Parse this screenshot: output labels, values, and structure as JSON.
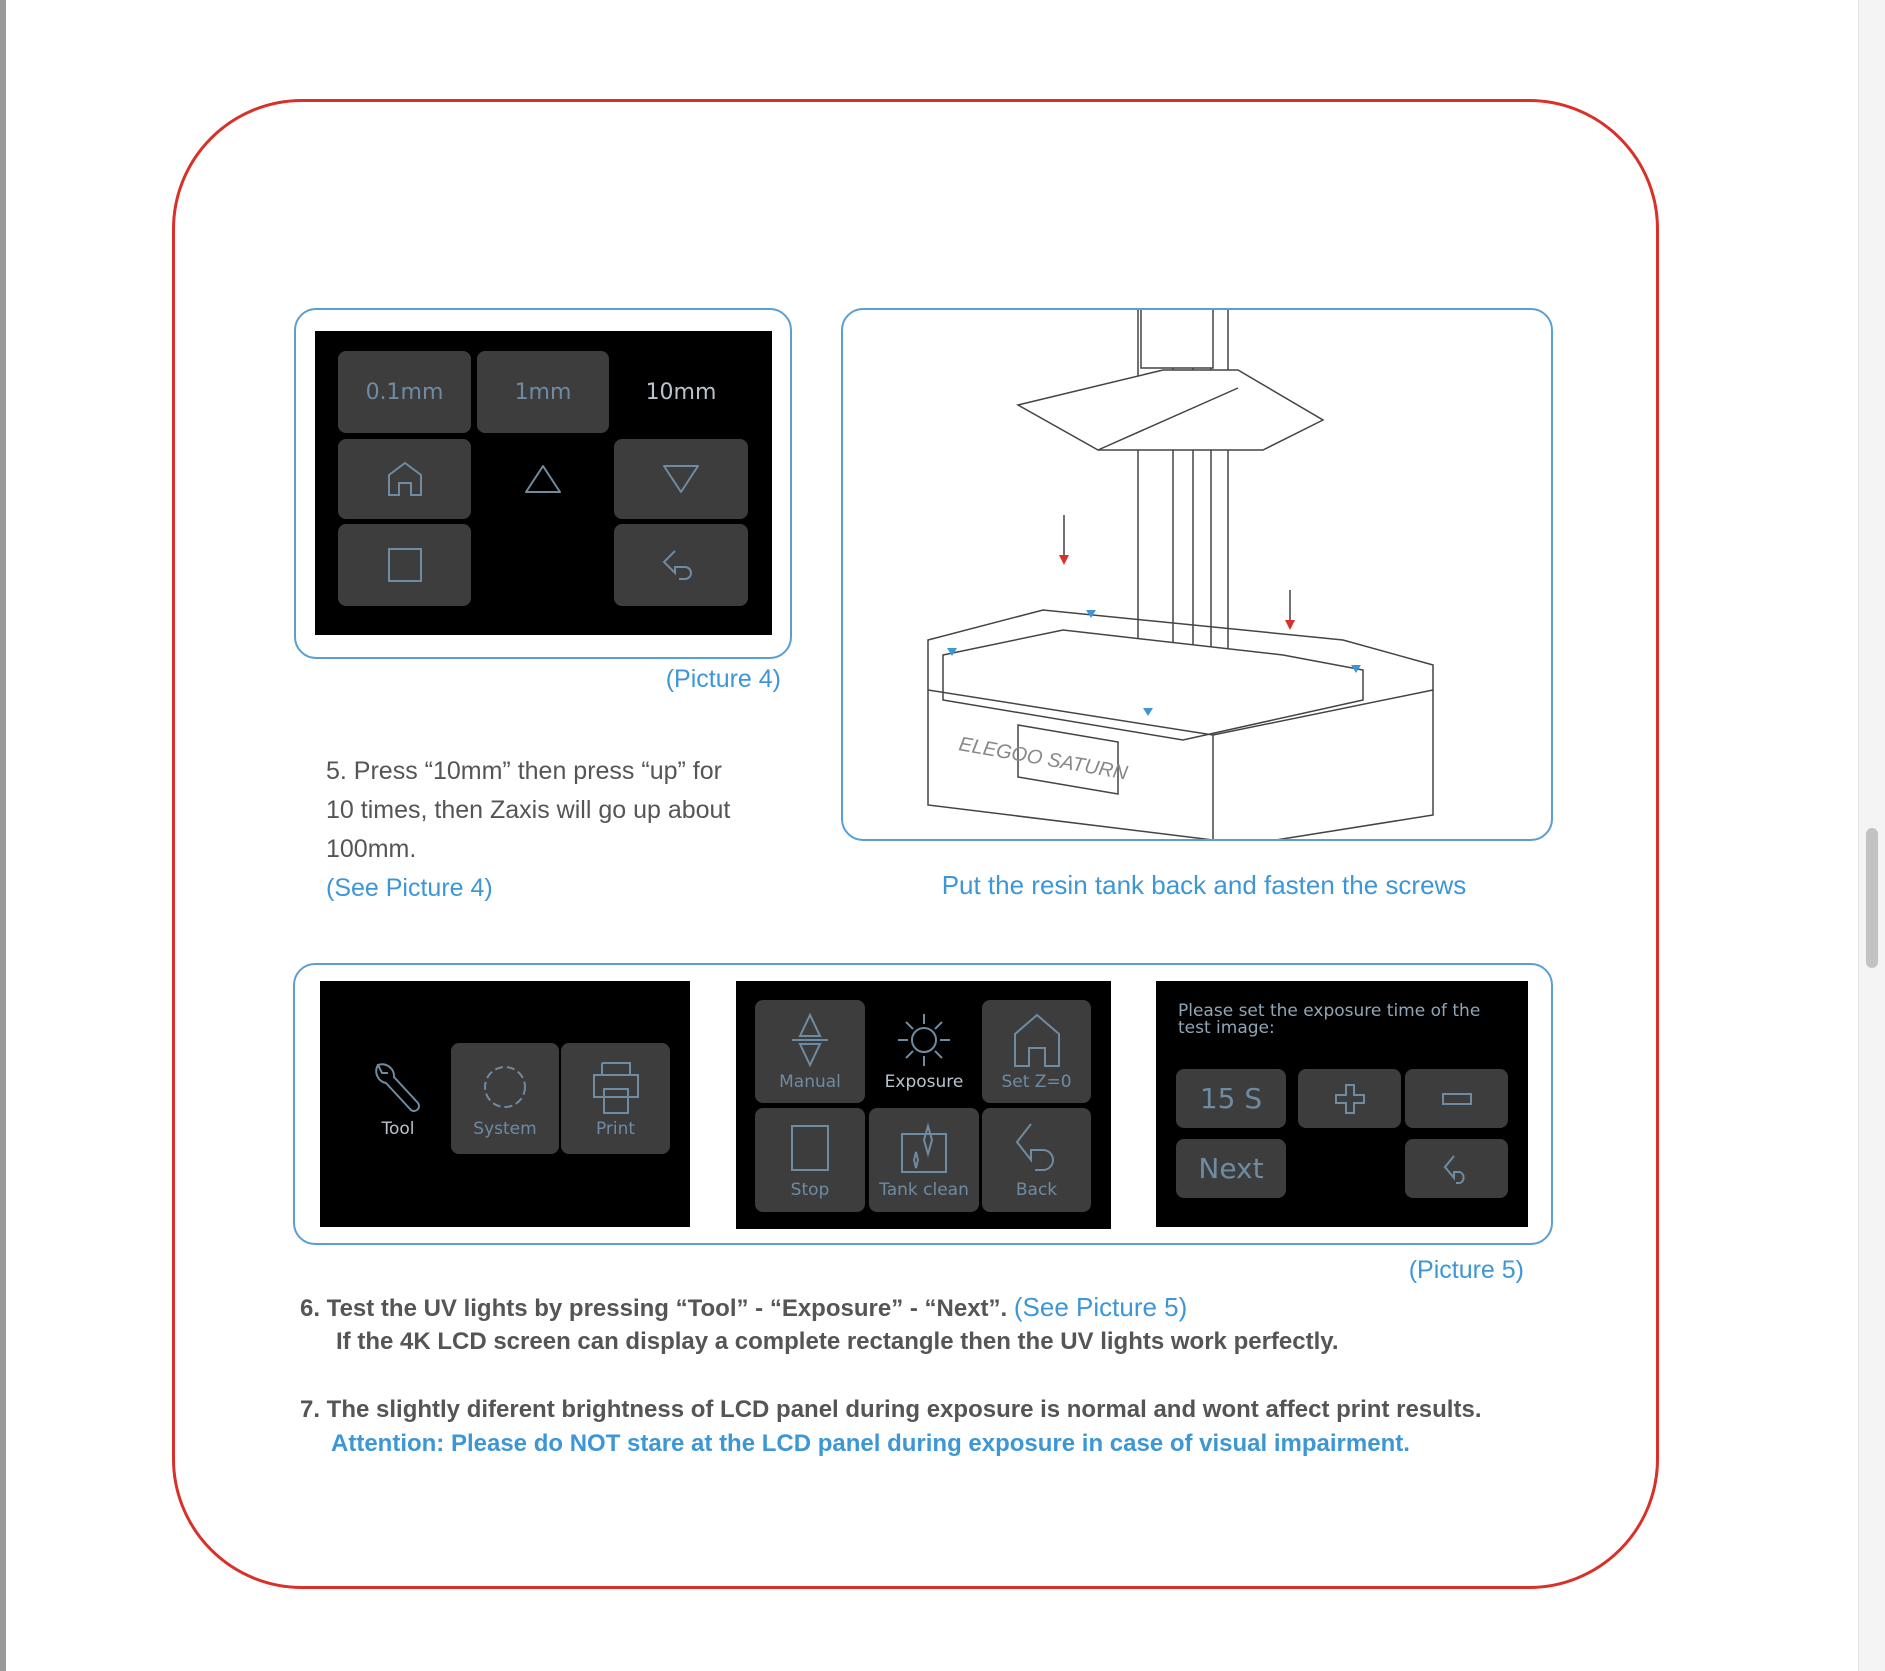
{
  "picture4": {
    "buttons": [
      "0.1mm",
      "1mm",
      "10mm"
    ],
    "caption": "(Picture 4)"
  },
  "step5": {
    "lines": [
      "5. Press “10mm” then press “up” for",
      "10 times, then Zaxis will go up about",
      "100mm."
    ],
    "ref": "(See Picture 4)"
  },
  "printer": {
    "caption": "Put the resin tank back and fasten the screws",
    "brand": "ELEGOO SATURN"
  },
  "picture5": {
    "screen1": {
      "tool": "Tool",
      "system": "System",
      "print": "Print"
    },
    "screen2": {
      "manual": "Manual",
      "exposure": "Exposure",
      "setz": "Set Z=0",
      "stop": "Stop",
      "tank": "Tank clean",
      "back": "Back"
    },
    "screen3": {
      "prompt": "Please set the exposure time of the test image:",
      "time": "15 S",
      "next": "Next"
    },
    "caption": "(Picture 5)"
  },
  "step6": {
    "line1": "6. Test the UV lights by pressing “Tool” - “Exposure” - “Next”.",
    "ref": "(See Picture 5)",
    "line2": "If the 4K LCD screen can display a complete rectangle then the UV lights work perfectly."
  },
  "step7": {
    "line1": "7. The slightly diferent brightness of LCD panel during exposure is normal and wont affect print results.",
    "attention": "Attention: Please do NOT stare at the LCD panel during exposure in case of visual impairment."
  },
  "colors": {
    "red": "#d9312a",
    "blue": "#3d97d6",
    "text": "#555555"
  }
}
